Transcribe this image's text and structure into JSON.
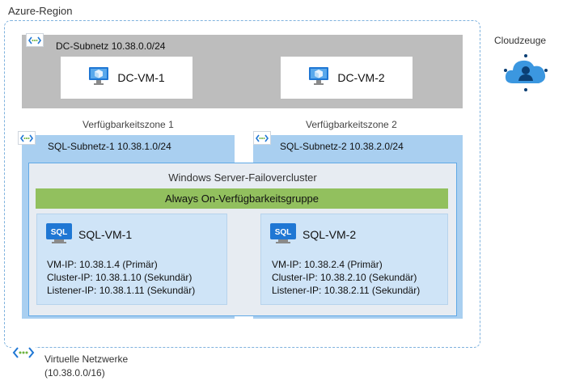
{
  "region": {
    "label": "Azure-Region"
  },
  "dc_subnet": {
    "label": "DC-Subnetz 10.38.0.0/24",
    "vms": [
      {
        "label": "DC-VM-1"
      },
      {
        "label": "DC-VM-2"
      }
    ]
  },
  "zones": [
    {
      "label": "Verfügbarkeitszone 1"
    },
    {
      "label": "Verfügbarkeitszone 2"
    }
  ],
  "sql_subnets": [
    {
      "label": "SQL-Subnetz-1 10.38.1.0/24"
    },
    {
      "label": "SQL-Subnetz-2 10.38.2.0/24"
    }
  ],
  "cluster": {
    "title": "Windows Server-Failovercluster"
  },
  "availability_group": {
    "label": "Always On-Verfügbarkeitsgruppe"
  },
  "sql_vms": [
    {
      "name": "SQL-VM-1",
      "icon_text": "SQL",
      "vm_ip": "VM-IP: 10.38.1.4 (Primär)",
      "cluster_ip": "Cluster-IP: 10.38.1.10 (Sekundär)",
      "listener_ip": "Listener-IP: 10.38.1.11 (Sekundär)"
    },
    {
      "name": "SQL-VM-2",
      "icon_text": "SQL",
      "vm_ip": "VM-IP: 10.38.2.4 (Primär)",
      "cluster_ip": "Cluster-IP: 10.38.2.10 (Sekundär)",
      "listener_ip": "Listener-IP: 10.38.2.11 (Sekundär)"
    }
  ],
  "cloud_witness": {
    "label": "Cloudzeuge"
  },
  "vnet": {
    "label": "Virtuelle Netzwerke",
    "cidr": "(10.38.0.0/16)"
  },
  "colors": {
    "region_border": "#7fb2de",
    "dc_subnet_bg": "#bdbdbd",
    "sql_subnet_bg": "#a9cff0",
    "cluster_bg": "#e7ecf2",
    "cluster_border": "#5fa8e6",
    "ag_bar": "#92c05e",
    "sql_vm_bg": "#cfe4f7",
    "accent_blue": "#1f77d4"
  },
  "icons": [
    "vnet-icon",
    "vm-monitor-icon",
    "sql-database-icon",
    "cloud-witness-icon"
  ]
}
